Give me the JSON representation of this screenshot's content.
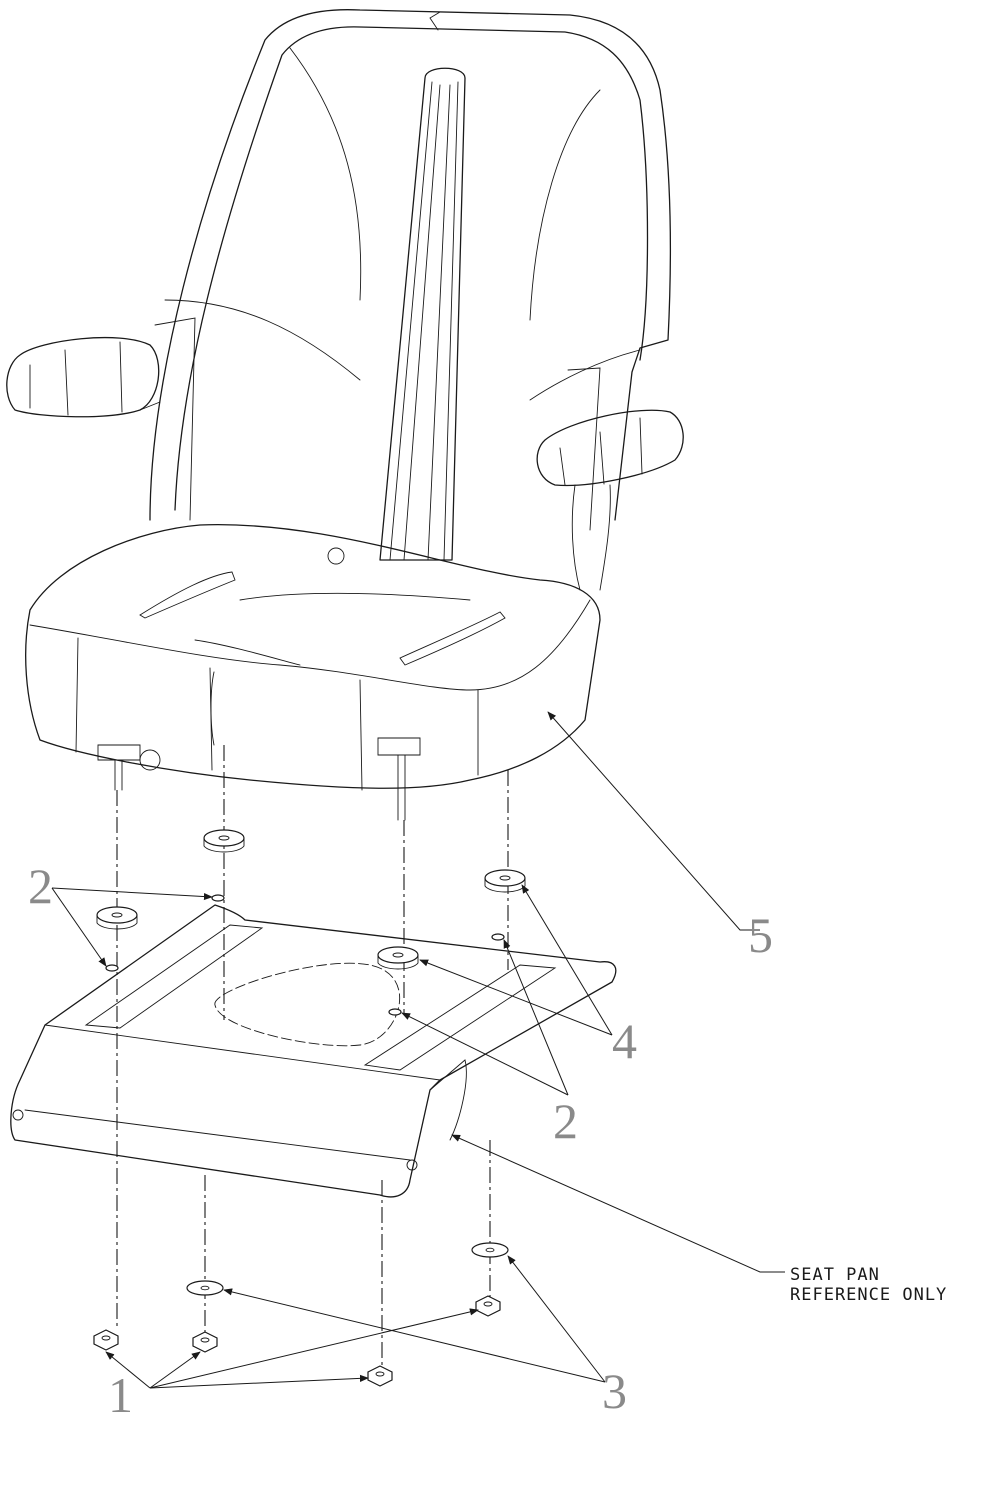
{
  "callouts": {
    "c1": "1",
    "c2_left": "2",
    "c2_right": "2",
    "c3": "3",
    "c4": "4",
    "c5": "5"
  },
  "note": {
    "line1": "SEAT PAN",
    "line2": "REFERENCE ONLY"
  },
  "colors": {
    "line": "#1a1a1a",
    "callout_text": "#8a8a8a",
    "background": "#ffffff"
  }
}
